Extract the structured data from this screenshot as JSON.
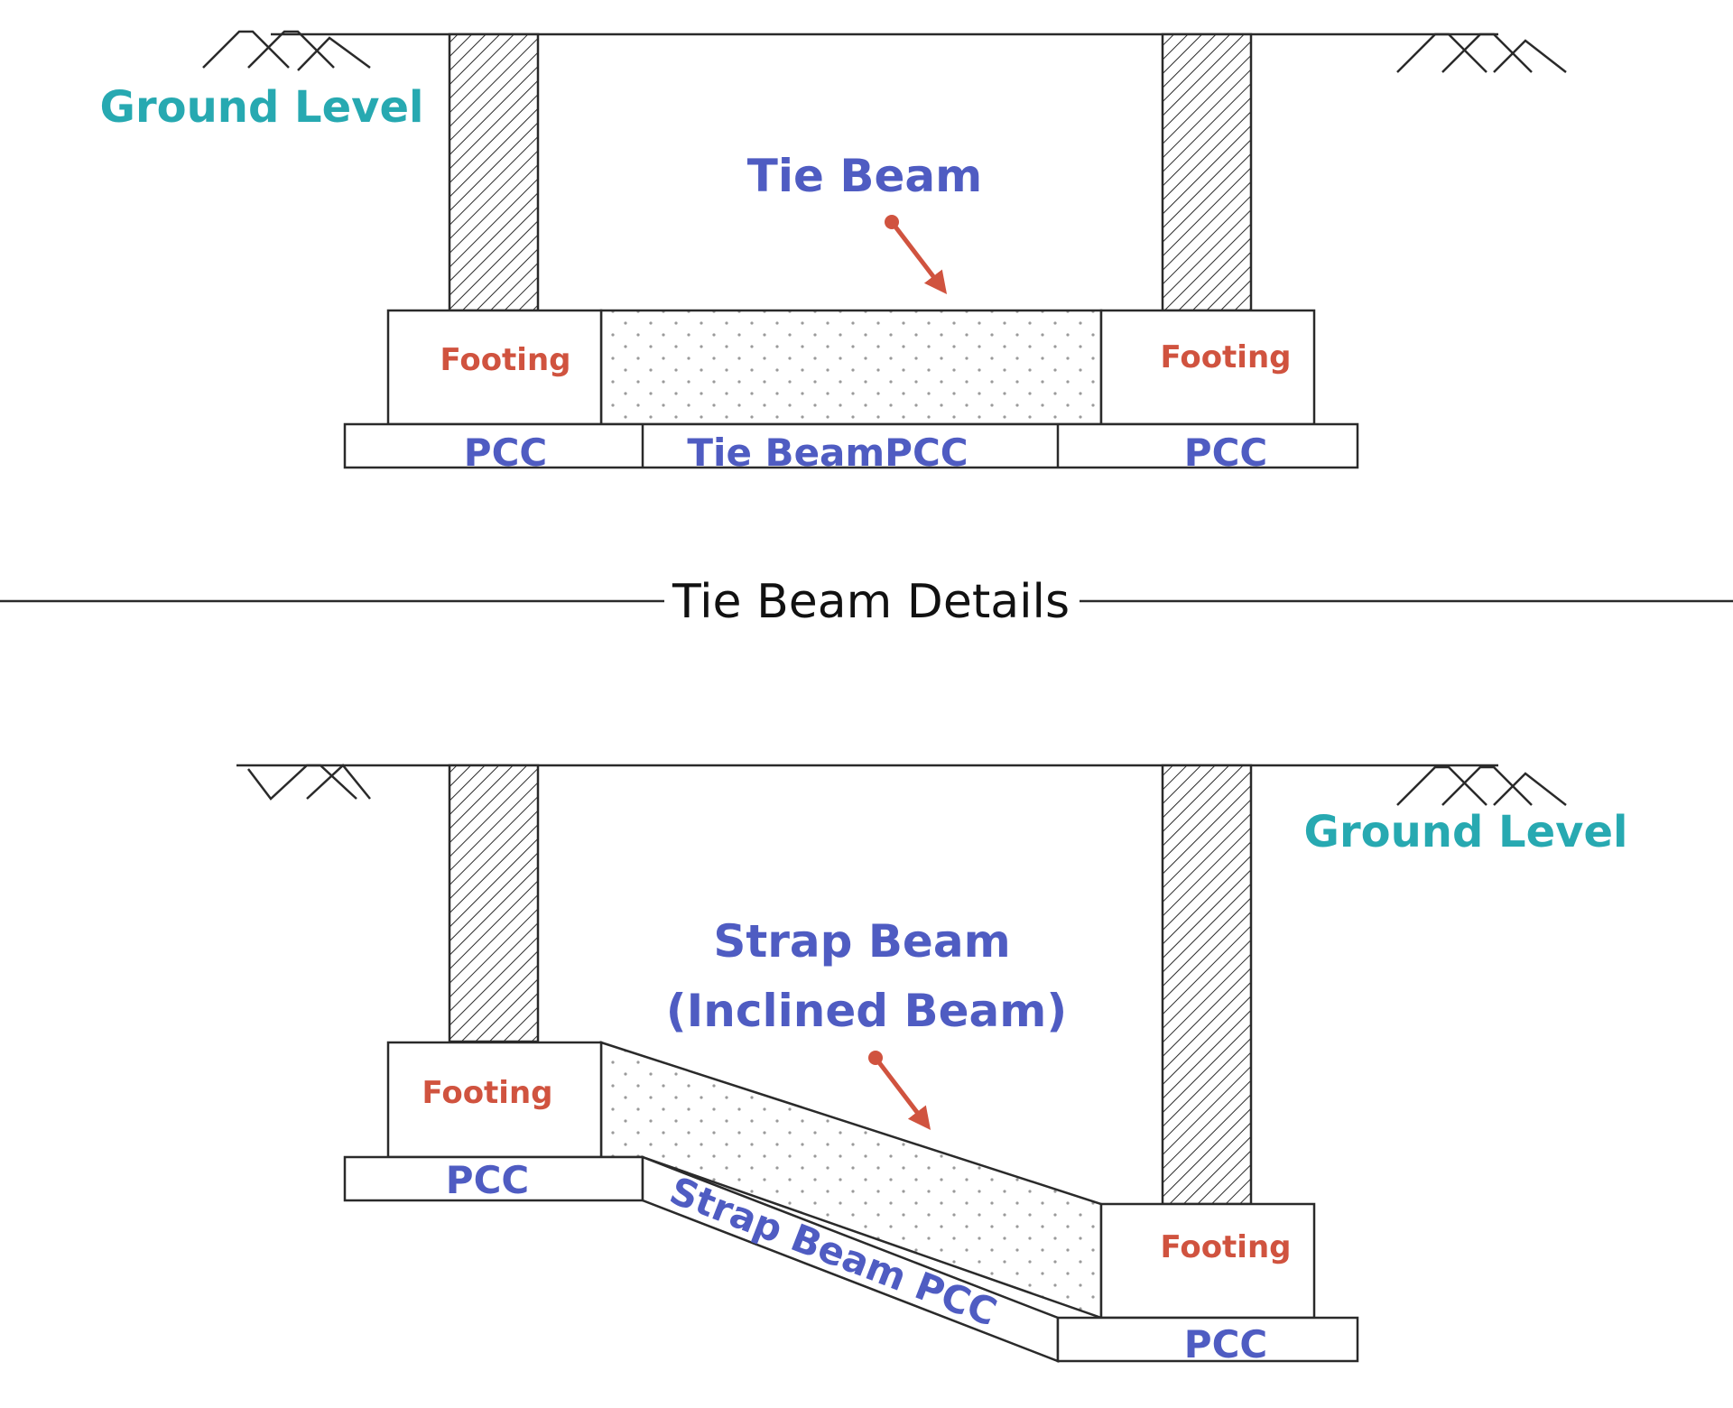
{
  "title": "Tie Beam Details",
  "colors": {
    "ground_label": "#27a9b1",
    "beam_label": "#4f5cc2",
    "footing_label": "#d0533f",
    "pointer_arrow": "#d0533f",
    "line": "#2a2a2a"
  },
  "top_diagram": {
    "ground_label": "Ground Level",
    "beam_label": "Tie Beam",
    "footing_left": "Footing",
    "footing_right": "Footing",
    "pcc_left": "PCC",
    "pcc_middle": "Tie BeamPCC",
    "pcc_right": "PCC"
  },
  "bottom_diagram": {
    "ground_label": "Ground Level",
    "beam_label_line1": "Strap Beam",
    "beam_label_line2": "(Inclined Beam)",
    "footing_left": "Footing",
    "footing_right": "Footing",
    "pcc_left": "PCC",
    "pcc_inclined": "Strap Beam PCC",
    "pcc_right": "PCC"
  }
}
